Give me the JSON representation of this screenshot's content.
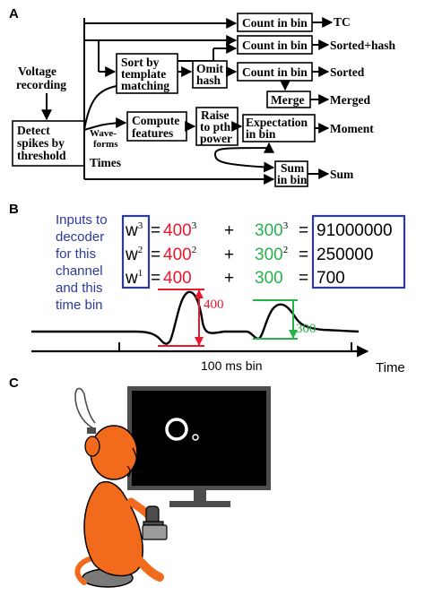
{
  "panels": {
    "a": "A",
    "b": "B",
    "c": "C"
  },
  "flow": {
    "voltage_recording": [
      "Voltage",
      "recording"
    ],
    "detect_spikes": [
      "Detect",
      "spikes by",
      "threshold"
    ],
    "waveforms": [
      "Wave-",
      "forms"
    ],
    "times": "Times",
    "count_bin_1": "Count in bin",
    "count_bin_2": "Count in bin",
    "count_bin_3": "Count in bin",
    "sort_template": [
      "Sort by",
      "template",
      "matching"
    ],
    "omit_hash": [
      "Omit",
      "hash"
    ],
    "merge": "Merge",
    "compute_features": [
      "Compute",
      "features"
    ],
    "raise_power": [
      "Raise",
      "to pth",
      "power"
    ],
    "expectation": [
      "Expectation",
      "in bin"
    ],
    "sum_bin": [
      "Sum",
      "in bin"
    ],
    "outputs": {
      "tc": "TC",
      "sorted_hash": "Sorted+hash",
      "sorted": "Sorted",
      "merged": "Merged",
      "moment": "Moment",
      "sum": "Sum"
    }
  },
  "decoder": {
    "caption": [
      "Inputs to",
      "decoder",
      "for this",
      "channel",
      "and this",
      "time bin"
    ],
    "rows": [
      {
        "w": "w",
        "exp": "3",
        "a": "400",
        "b": "300",
        "result": "91000000"
      },
      {
        "w": "w",
        "exp": "2",
        "a": "400",
        "b": "300",
        "result": "250000"
      },
      {
        "w": "w",
        "exp": "1",
        "a": "400",
        "b": "300",
        "result": "700"
      }
    ],
    "equals": "=",
    "plus": "+",
    "amp_a": "400",
    "amp_b": "300",
    "bin_label": "100 ms bin",
    "time_label": "Time"
  },
  "colors": {
    "red": "#e8192c",
    "green": "#26b14b",
    "blue": "#2b3a9c",
    "monkey": "#f26a1b",
    "monitor": "#4d4d4d"
  }
}
